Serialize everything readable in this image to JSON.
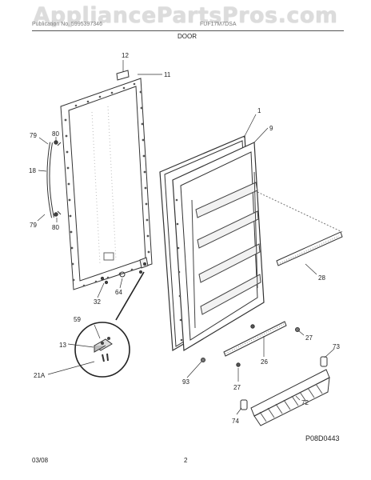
{
  "watermark": "AppliancePartsPros.com",
  "header": {
    "left_text": "Publication No. 5995397346",
    "mid_text": "FUF17M7DSA",
    "section_title": "DOOR"
  },
  "callouts": {
    "p12": "12",
    "p11": "11",
    "p1": "1",
    "p9": "9",
    "p79a": "79",
    "p80a": "80",
    "p18": "18",
    "p79b": "79",
    "p80b": "80",
    "p28": "28",
    "p32": "32",
    "p64": "64",
    "p59": "59",
    "p13": "13",
    "p21a": "21A",
    "p27a": "27",
    "p73": "73",
    "p26": "26",
    "p93": "93",
    "p27b": "27",
    "p72": "72",
    "p74": "74"
  },
  "diagram_id": "P08D0443",
  "footer": {
    "date": "03/08",
    "page": "2"
  }
}
